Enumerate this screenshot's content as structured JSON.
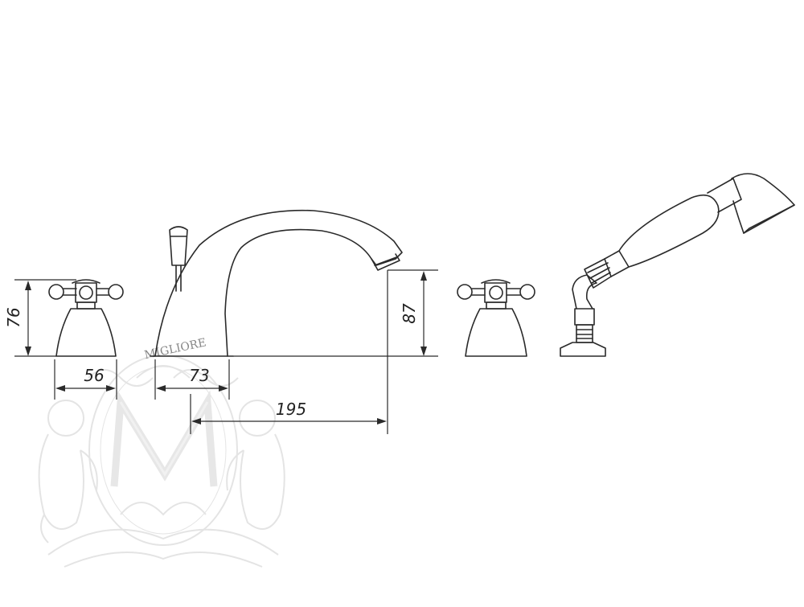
{
  "drawing": {
    "dimensions": {
      "handle_height": "76",
      "handle_base_width": "56",
      "spout_base_width": "73",
      "spout_outlet_height": "87",
      "spout_projection": "195"
    }
  },
  "watermark": {
    "brand": "MIGLIORE",
    "monogram": "M"
  },
  "colors": {
    "line": "#2a2a2a",
    "watermark": "#d9d9d9"
  }
}
